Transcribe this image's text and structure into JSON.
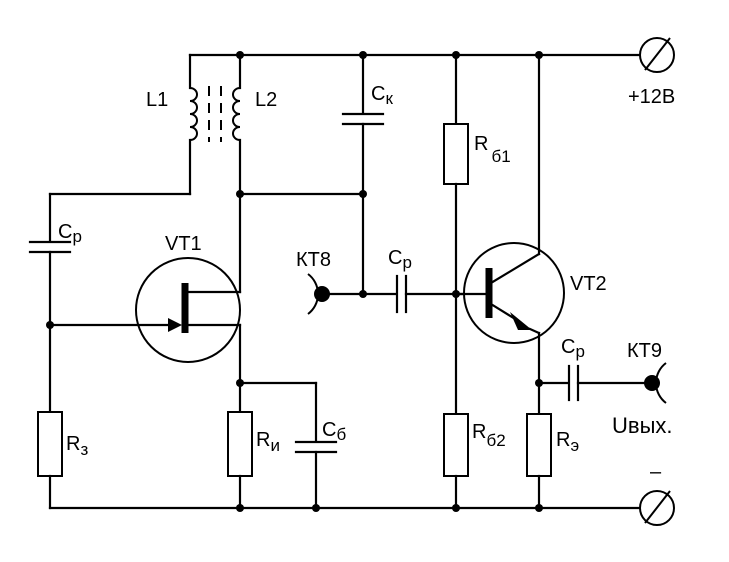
{
  "labels": {
    "l1": "L1",
    "l2": "L2",
    "ck_main": "С",
    "ck_sub": "к",
    "cp_left_main": "С",
    "cp_left_sub": "р",
    "vt1": "VT1",
    "kt8": "КТ8",
    "cp_mid_main": "С",
    "cp_mid_sub": "р",
    "rb1_main": "R",
    "rb1_sub": "б1",
    "vt2": "VT2",
    "power_plus": "+12В",
    "cp_right_main": "С",
    "cp_right_sub": "р",
    "kt9": "КТ9",
    "uout": "Uвых.",
    "rz_main": "R",
    "rz_sub": "з",
    "ri_main": "R",
    "ri_sub": "и",
    "cb_main": "С",
    "cb_sub": "б",
    "rb2_main": "R",
    "rb2_sub": "б2",
    "re_main": "R",
    "re_sub": "э",
    "power_minus": "–"
  }
}
